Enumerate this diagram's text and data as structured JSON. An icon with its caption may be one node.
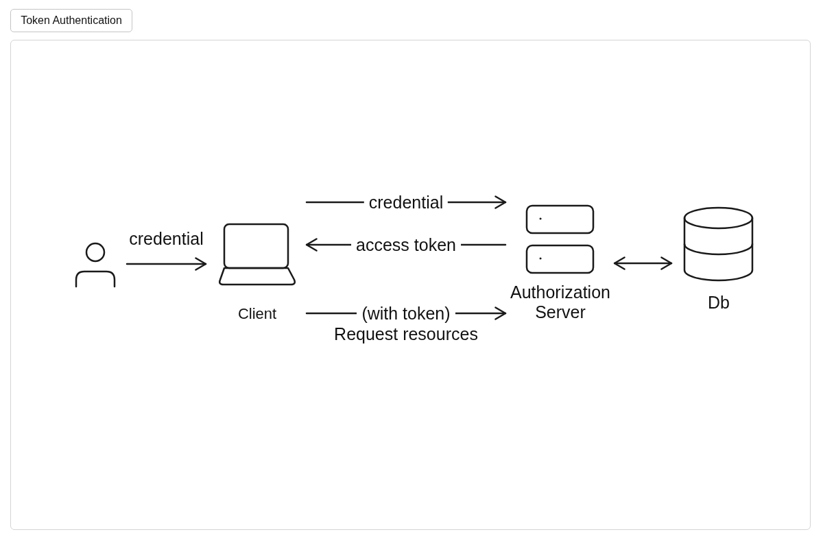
{
  "diagram": {
    "title": "Token Authentication",
    "nodes": [
      {
        "text": [],
        "shape": "person"
      },
      {
        "text": [
          "Client"
        ]
      },
      {
        "text": [
          "Authorization Server"
        ]
      },
      {
        "text": [
          "Db"
        ]
      }
    ],
    "edges": [
      {
        "from": 0,
        "to": 1,
        "arrow": "to",
        "label": "credential"
      },
      {
        "from": 1,
        "to": 2,
        "arrow": "to",
        "label": "credential"
      },
      {
        "from": 2,
        "to": 1,
        "arrow": "to",
        "label": "access token"
      },
      {
        "from": 1,
        "to": 2,
        "arrow": "to",
        "label": "(with token) Request resources"
      },
      {
        "from": 2,
        "to": 3,
        "arrow": "both"
      }
    ]
  }
}
